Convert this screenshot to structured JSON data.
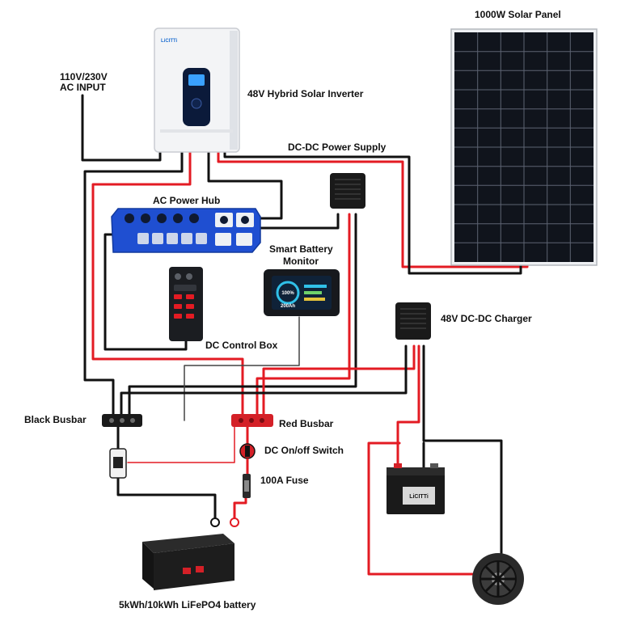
{
  "labels": {
    "ac_input_line1": "110V/230V",
    "ac_input_line2": "AC INPUT",
    "inverter": "48V Hybrid Solar Inverter",
    "solar_panel": "1000W Solar Panel",
    "dc_dc_power_supply": "DC-DC Power Supply",
    "ac_power_hub": "AC Power Hub",
    "smart_battery_monitor_line1": "Smart Battery",
    "smart_battery_monitor_line2": "Monitor",
    "dc_dc_charger": "48V DC-DC Charger",
    "dc_control_box": "DC Control Box",
    "black_busbar": "Black Busbar",
    "red_busbar": "Red Busbar",
    "dc_switch": "DC On/off Switch",
    "fuse": "100A Fuse",
    "battery": "5kWh/10kWh LiFePO4 battery"
  },
  "devices": {
    "inverter_brand": "LiCITTi",
    "monitor_percent": "100%",
    "monitor_capacity": "200Ah",
    "car_battery_brand": "LiCITTi"
  },
  "colors": {
    "positive_wire": "#e31b23",
    "negative_wire": "#111111",
    "hub_blue": "#1f4fd1",
    "panel_cell": "#10141c"
  }
}
